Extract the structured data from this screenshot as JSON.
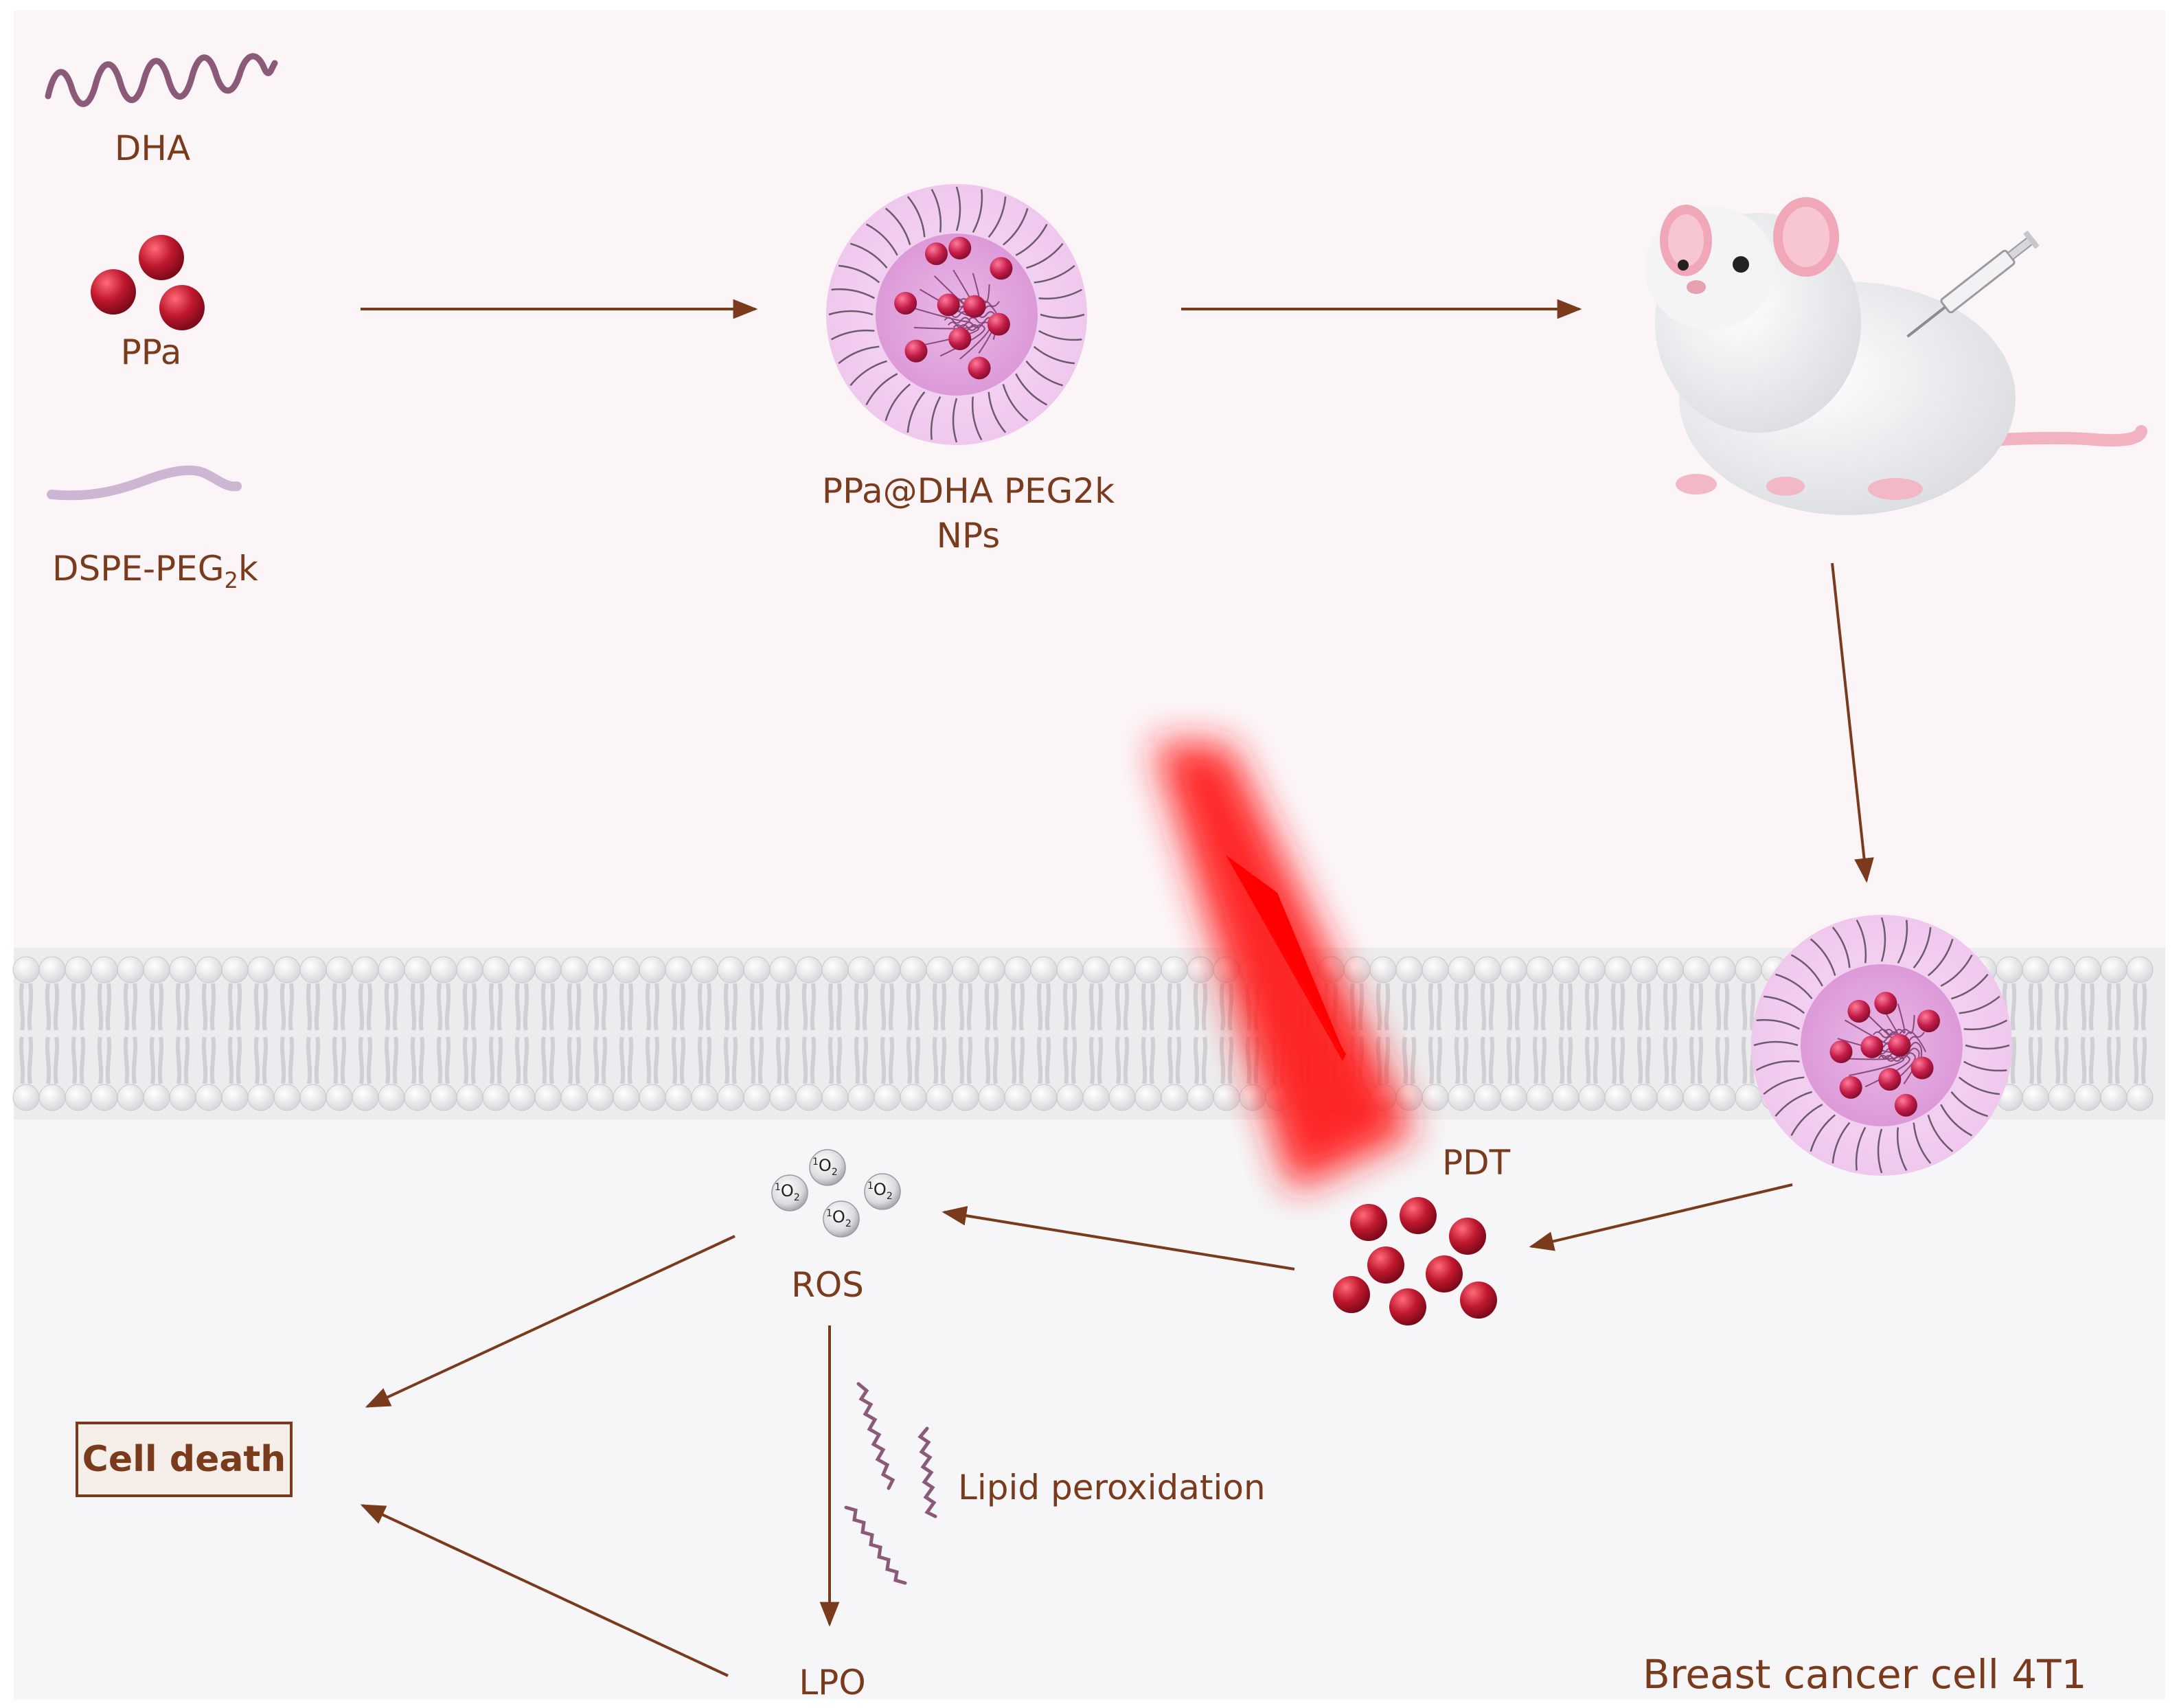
{
  "labels": {
    "dha": "DHA",
    "ppa": "PPa",
    "dspe_main": "DSPE-PEG",
    "dspe_sub": "2",
    "dspe_tail": "k",
    "np_line1": "PPa@DHA PEG2k",
    "np_line2": "NPs",
    "pdt": "PDT",
    "ros": "ROS",
    "cell_death": "Cell death",
    "lipid_peroxidation": "Lipid peroxidation",
    "lpo": "LPO",
    "cell_type": "Breast cancer cell 4T1"
  },
  "ros_molecules": [
    {
      "name": "singlet-oxygen-1",
      "superscript": "1",
      "atom": "O",
      "subscript": "2"
    },
    {
      "name": "singlet-oxygen-2",
      "superscript": "1",
      "atom": "O",
      "subscript": "2"
    },
    {
      "name": "singlet-oxygen-3",
      "superscript": "1",
      "atom": "O",
      "subscript": "2"
    },
    {
      "name": "singlet-oxygen-4",
      "superscript": "1",
      "atom": "O",
      "subscript": "2"
    }
  ],
  "icons": {
    "dha": "wavy-chain-icon",
    "ppa": "red-spheres-icon",
    "dspe": "lipid-strand-icon",
    "nanoparticle": "nanoparticle-icon",
    "mouse": "mouse-icon",
    "syringe": "syringe-icon",
    "laser": "red-laser-beam-icon",
    "membrane": "lipid-bilayer-icon"
  },
  "colors": {
    "text": "#7a3a1c",
    "arrow": "#7a3a1c",
    "sphere": "#c0182e",
    "chain": "#8a5a78",
    "np_outer": "#f1cdef",
    "np_inner": "#e4a8e0",
    "laser": "#ff0000",
    "upper_bg": "#fcf5f8",
    "lower_bg": "#f6f6f8"
  }
}
